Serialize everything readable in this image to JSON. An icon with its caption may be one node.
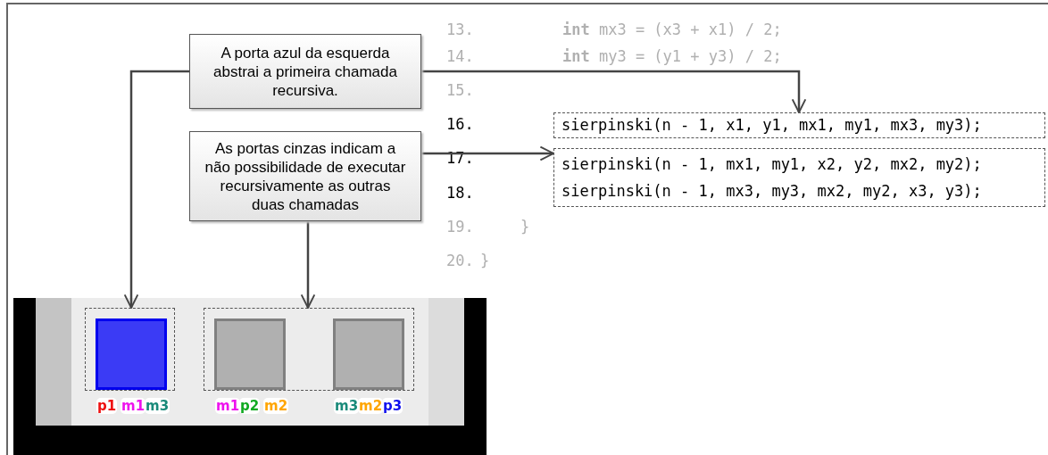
{
  "diagram": {
    "nodes": [
      {
        "text": [
          "A porta azul da esquerda abstrai a primeira chamada recursiva."
        ]
      },
      {
        "text": [
          "As portas cinzas indicam a não possibilidade de executar recursivamente as outras duas chamadas"
        ]
      },
      {
        "text": [
          "sierpinski(n - 1, x1, y1, mx1, my1, mx3, my3);"
        ]
      },
      {
        "text": [
          "sierpinski(n - 1, mx1, my1, x2, y2, mx2, my2);",
          "sierpinski(n - 1, mx3, my3, mx2, my2, x3, y3);"
        ]
      },
      {
        "text": [],
        "shape": "box"
      },
      {
        "text": [],
        "shape": "box",
        "in": 4,
        "beside": [
          "p1",
          "m1",
          "m3"
        ]
      },
      {
        "text": [],
        "shape": "box"
      },
      {
        "text": [],
        "shape": "box",
        "in": 6,
        "beside": [
          "m1",
          "p2",
          "m2"
        ]
      },
      {
        "text": [],
        "shape": "box",
        "in": 6,
        "beside": [
          "m3",
          "m2",
          "p3"
        ]
      }
    ],
    "edges": [
      {
        "from": 0,
        "to": 4,
        "arrow": "to"
      },
      {
        "from": 0,
        "to": 2,
        "arrow": "to"
      },
      {
        "from": 1,
        "to": 3,
        "arrow": "to"
      },
      {
        "from": 1,
        "to": 6,
        "arrow": "to"
      }
    ],
    "labels": [
      "13.",
      "**int** mx3 = (x3 + x1) / 2;",
      "14.",
      "**int** my3 = (y1 + y3) / 2;",
      "15.",
      "16.",
      "17.",
      "18.",
      "19.",
      "}",
      "20.",
      "}"
    ]
  }
}
